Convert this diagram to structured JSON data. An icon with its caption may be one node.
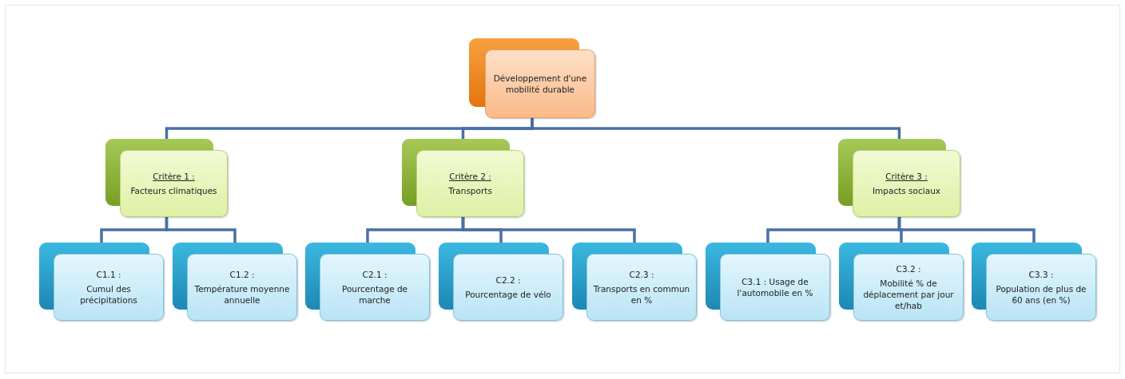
{
  "diagram": {
    "nodes": [
      {
        "text": [
          "Développement d'une mobilité durable"
        ]
      },
      {
        "text": [
          "Critère 1 :",
          "Facteurs climatiques"
        ]
      },
      {
        "text": [
          "Critère 2 :",
          "Transports"
        ]
      },
      {
        "text": [
          "Critère 3 :",
          "Impacts sociaux"
        ]
      },
      {
        "text": [
          "C1.1 :",
          "Cumul des précipitations"
        ]
      },
      {
        "text": [
          "C1.2 :",
          "Température moyenne annuelle"
        ]
      },
      {
        "text": [
          "C2.1 :",
          "Pourcentage de marche"
        ]
      },
      {
        "text": [
          "C2.2 :",
          "Pourcentage de vélo"
        ]
      },
      {
        "text": [
          "C2.3 :",
          "Transports en commun en %"
        ]
      },
      {
        "text": [
          "C3.1 : Usage de l'automobile en %"
        ]
      },
      {
        "text": [
          "C3.2 :",
          "Mobilité % de déplacement par jour et/hab"
        ]
      },
      {
        "text": [
          "C3.3 :",
          "Population de plus de 60 ans (en %)"
        ]
      }
    ],
    "edges": [
      {
        "from": 0,
        "to": 1,
        "arrow": "none"
      },
      {
        "from": 0,
        "to": 2,
        "arrow": "none"
      },
      {
        "from": 0,
        "to": 3,
        "arrow": "none"
      },
      {
        "from": 1,
        "to": 4,
        "arrow": "none"
      },
      {
        "from": 1,
        "to": 5,
        "arrow": "none"
      },
      {
        "from": 2,
        "to": 6,
        "arrow": "none"
      },
      {
        "from": 2,
        "to": 7,
        "arrow": "none"
      },
      {
        "from": 2,
        "to": 8,
        "arrow": "none"
      },
      {
        "from": 3,
        "to": 9,
        "arrow": "none"
      },
      {
        "from": 3,
        "to": 10,
        "arrow": "none"
      },
      {
        "from": 3,
        "to": 11,
        "arrow": "none"
      }
    ]
  }
}
